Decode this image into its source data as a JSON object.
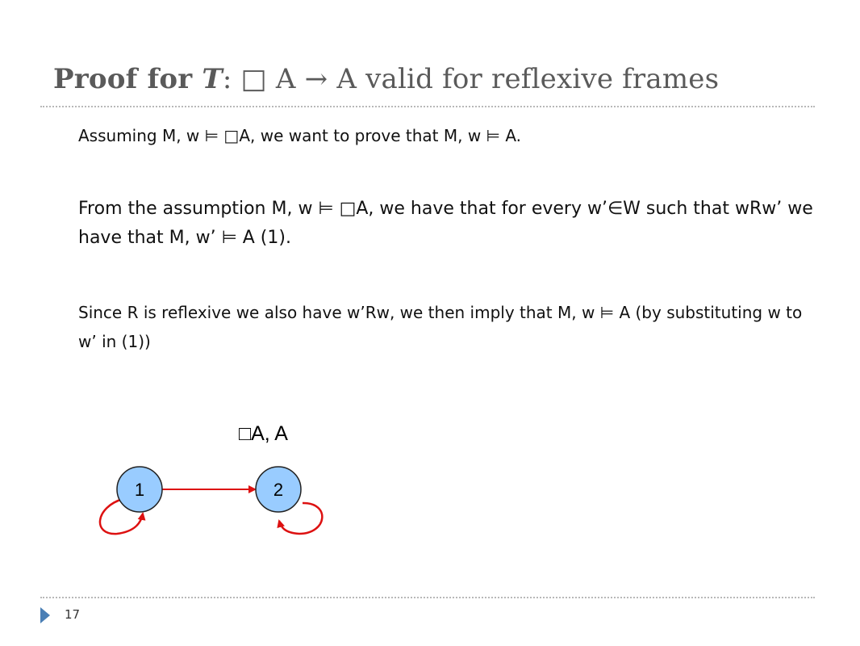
{
  "slide": {
    "title": {
      "prefix": "Proof for ",
      "emphasis": "T",
      "colon": ": ",
      "rest": "□ A → A valid for reflexive frames"
    },
    "paragraphs": [
      "Assuming M, w ⊨ □A, we want to prove that M, w ⊨ A.",
      "From the assumption M, w ⊨ □A, we have that for every w’∈W such that wRw’ we have that M, w’ ⊨ A (1).",
      "Since R is reflexive we also have w’Rw, we then imply that M, w ⊨ A (by substituting w to w’ in (1))"
    ],
    "page_number": "17"
  },
  "diagram": {
    "world_label": "□A, A",
    "nodes": [
      {
        "id": "1",
        "label": "1"
      },
      {
        "id": "2",
        "label": "2"
      }
    ],
    "edges": [
      {
        "from": "1",
        "to": "2"
      },
      {
        "from": "1",
        "to": "1"
      },
      {
        "from": "2",
        "to": "2"
      }
    ],
    "colors": {
      "node_fill": "#99ccff",
      "node_stroke": "#222222",
      "edge": "#dd1111",
      "title": "#5a5a5a",
      "marker": "#4a7fb5"
    }
  }
}
